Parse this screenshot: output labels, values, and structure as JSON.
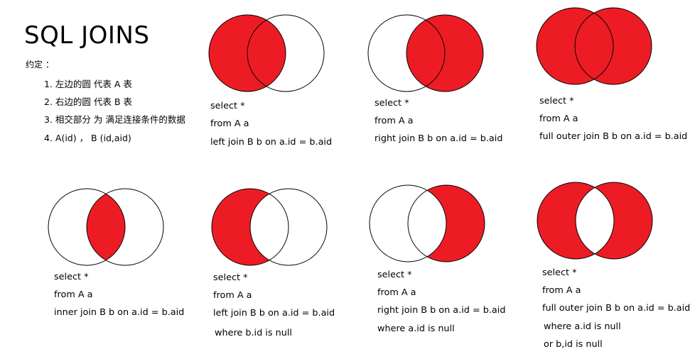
{
  "title": "SQL JOINS",
  "conventions": {
    "label": "约定 ：",
    "rules": [
      "1. 左边的圆 代表 A 表",
      "2. 右边的圆 代表 B 表",
      "3. 相交部分 为 满足连接条件的数据",
      "4. A(id) ，  B (id,aid)"
    ]
  },
  "colors": {
    "fill": "#ED1C24",
    "stroke": "#000000",
    "background": "#FFFFFF"
  },
  "joins": [
    {
      "id": "left-join",
      "shade": "left-all",
      "lines": [
        "select *",
        "from A a",
        "left join B b on a.id = b.aid"
      ]
    },
    {
      "id": "right-join",
      "shade": "right-all",
      "lines": [
        "select *",
        "from A a",
        "right  join B b on a.id = b.aid"
      ]
    },
    {
      "id": "full-outer-join",
      "shade": "both-all",
      "lines": [
        "select *",
        "from A a",
        "full outer  join B b on a.id = b.aid"
      ]
    },
    {
      "id": "inner-join",
      "shade": "intersection",
      "lines": [
        "select *",
        "from A a",
        "inner join B b on a.id = b.aid"
      ]
    },
    {
      "id": "left-join-exclusive",
      "shade": "left-only",
      "lines": [
        "select *",
        "from A a",
        "left join B b on a.id = b.aid",
        "where b.id is null"
      ]
    },
    {
      "id": "right-join-exclusive",
      "shade": "right-only",
      "lines": [
        "select *",
        "from A a",
        "right  join B b on a.id = b.aid",
        "where a.id is null"
      ]
    },
    {
      "id": "full-outer-join-exclusive",
      "shade": "symmetric-difference",
      "lines": [
        "select *",
        "from A a",
        "full outer  join B b on a.id = b.aid",
        "where a.id is null",
        "or b,id  is null"
      ]
    }
  ]
}
